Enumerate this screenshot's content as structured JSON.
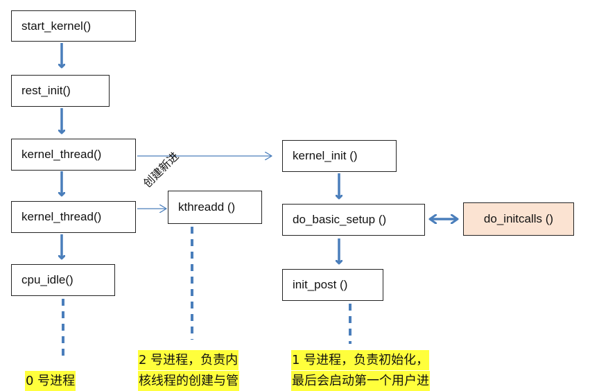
{
  "boxes": {
    "start_kernel": "start_kernel()",
    "rest_init": "rest_init()",
    "kernel_thread_1": "kernel_thread()",
    "kernel_thread_2": "kernel_thread()",
    "cpu_idle": "cpu_idle()",
    "kthreadd": "kthreadd ()",
    "kernel_init": "kernel_init ()",
    "do_basic_setup": "do_basic_setup ()",
    "do_initcalls": "do_initcalls ()",
    "init_post": "init_post ()"
  },
  "edge_label": "创建新进",
  "notes": {
    "process0": "0 号进程",
    "process2_line1": "2 号进程，负责内",
    "process2_line2": "核线程的创建与管",
    "process1_line1": "1 号进程，负责初始化，",
    "process1_line2": "最后会启动第一个用户进"
  },
  "colors": {
    "arrow": "#4a7ebb",
    "highlight": "#ffff3c",
    "peach_box": "#fbe3d2"
  }
}
